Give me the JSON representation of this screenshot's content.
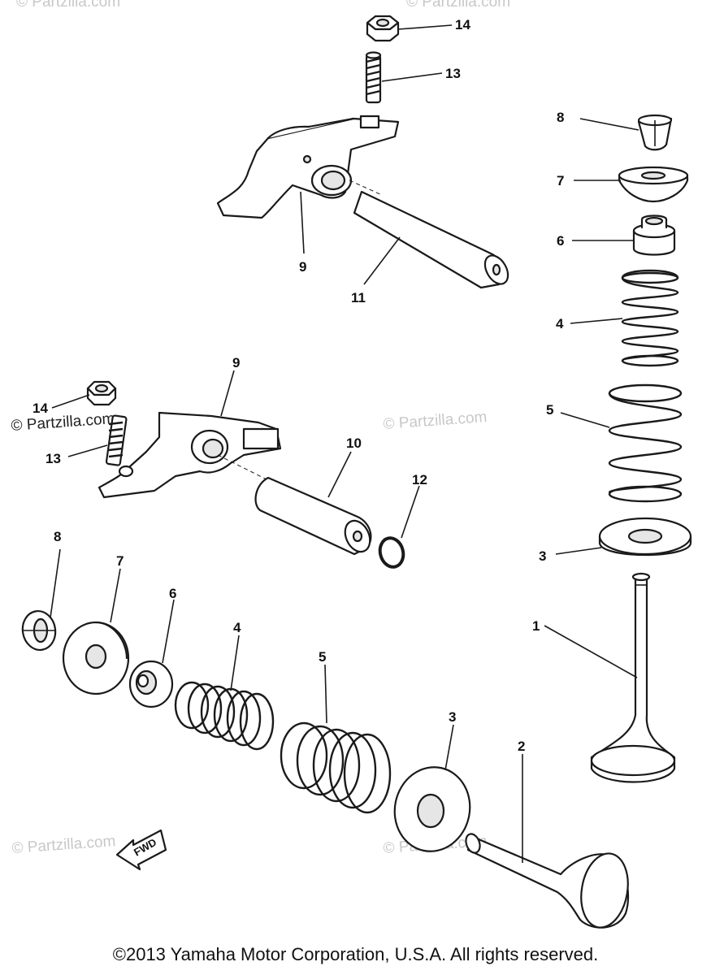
{
  "diagram": {
    "callouts": {
      "c14a": "14",
      "c13a": "13",
      "c8a": "8",
      "c7a": "7",
      "c6a": "6",
      "c9a": "9",
      "c11": "11",
      "c4a": "4",
      "c9b": "9",
      "c5a": "5",
      "c14b": "14",
      "c13b": "13",
      "c10": "10",
      "c12": "12",
      "c3a": "3",
      "c8b": "8",
      "c7b": "7",
      "c6b": "6",
      "c4b": "4",
      "c1": "1",
      "c5b": "5",
      "c3b": "3",
      "c2": "2"
    },
    "fwd_label": "FWD",
    "watermarks": {
      "w1": "© Partzilla.com",
      "w2": "© Partzilla.com",
      "w3": "© Partzilla.com",
      "w4": "© Partzilla.com",
      "w5": "© Partzilla.com",
      "w6": "© Partzilla.com"
    }
  },
  "footer": {
    "copyright": "©2013  Yamaha Motor Corporation, U.S.A. All rights reserved."
  }
}
